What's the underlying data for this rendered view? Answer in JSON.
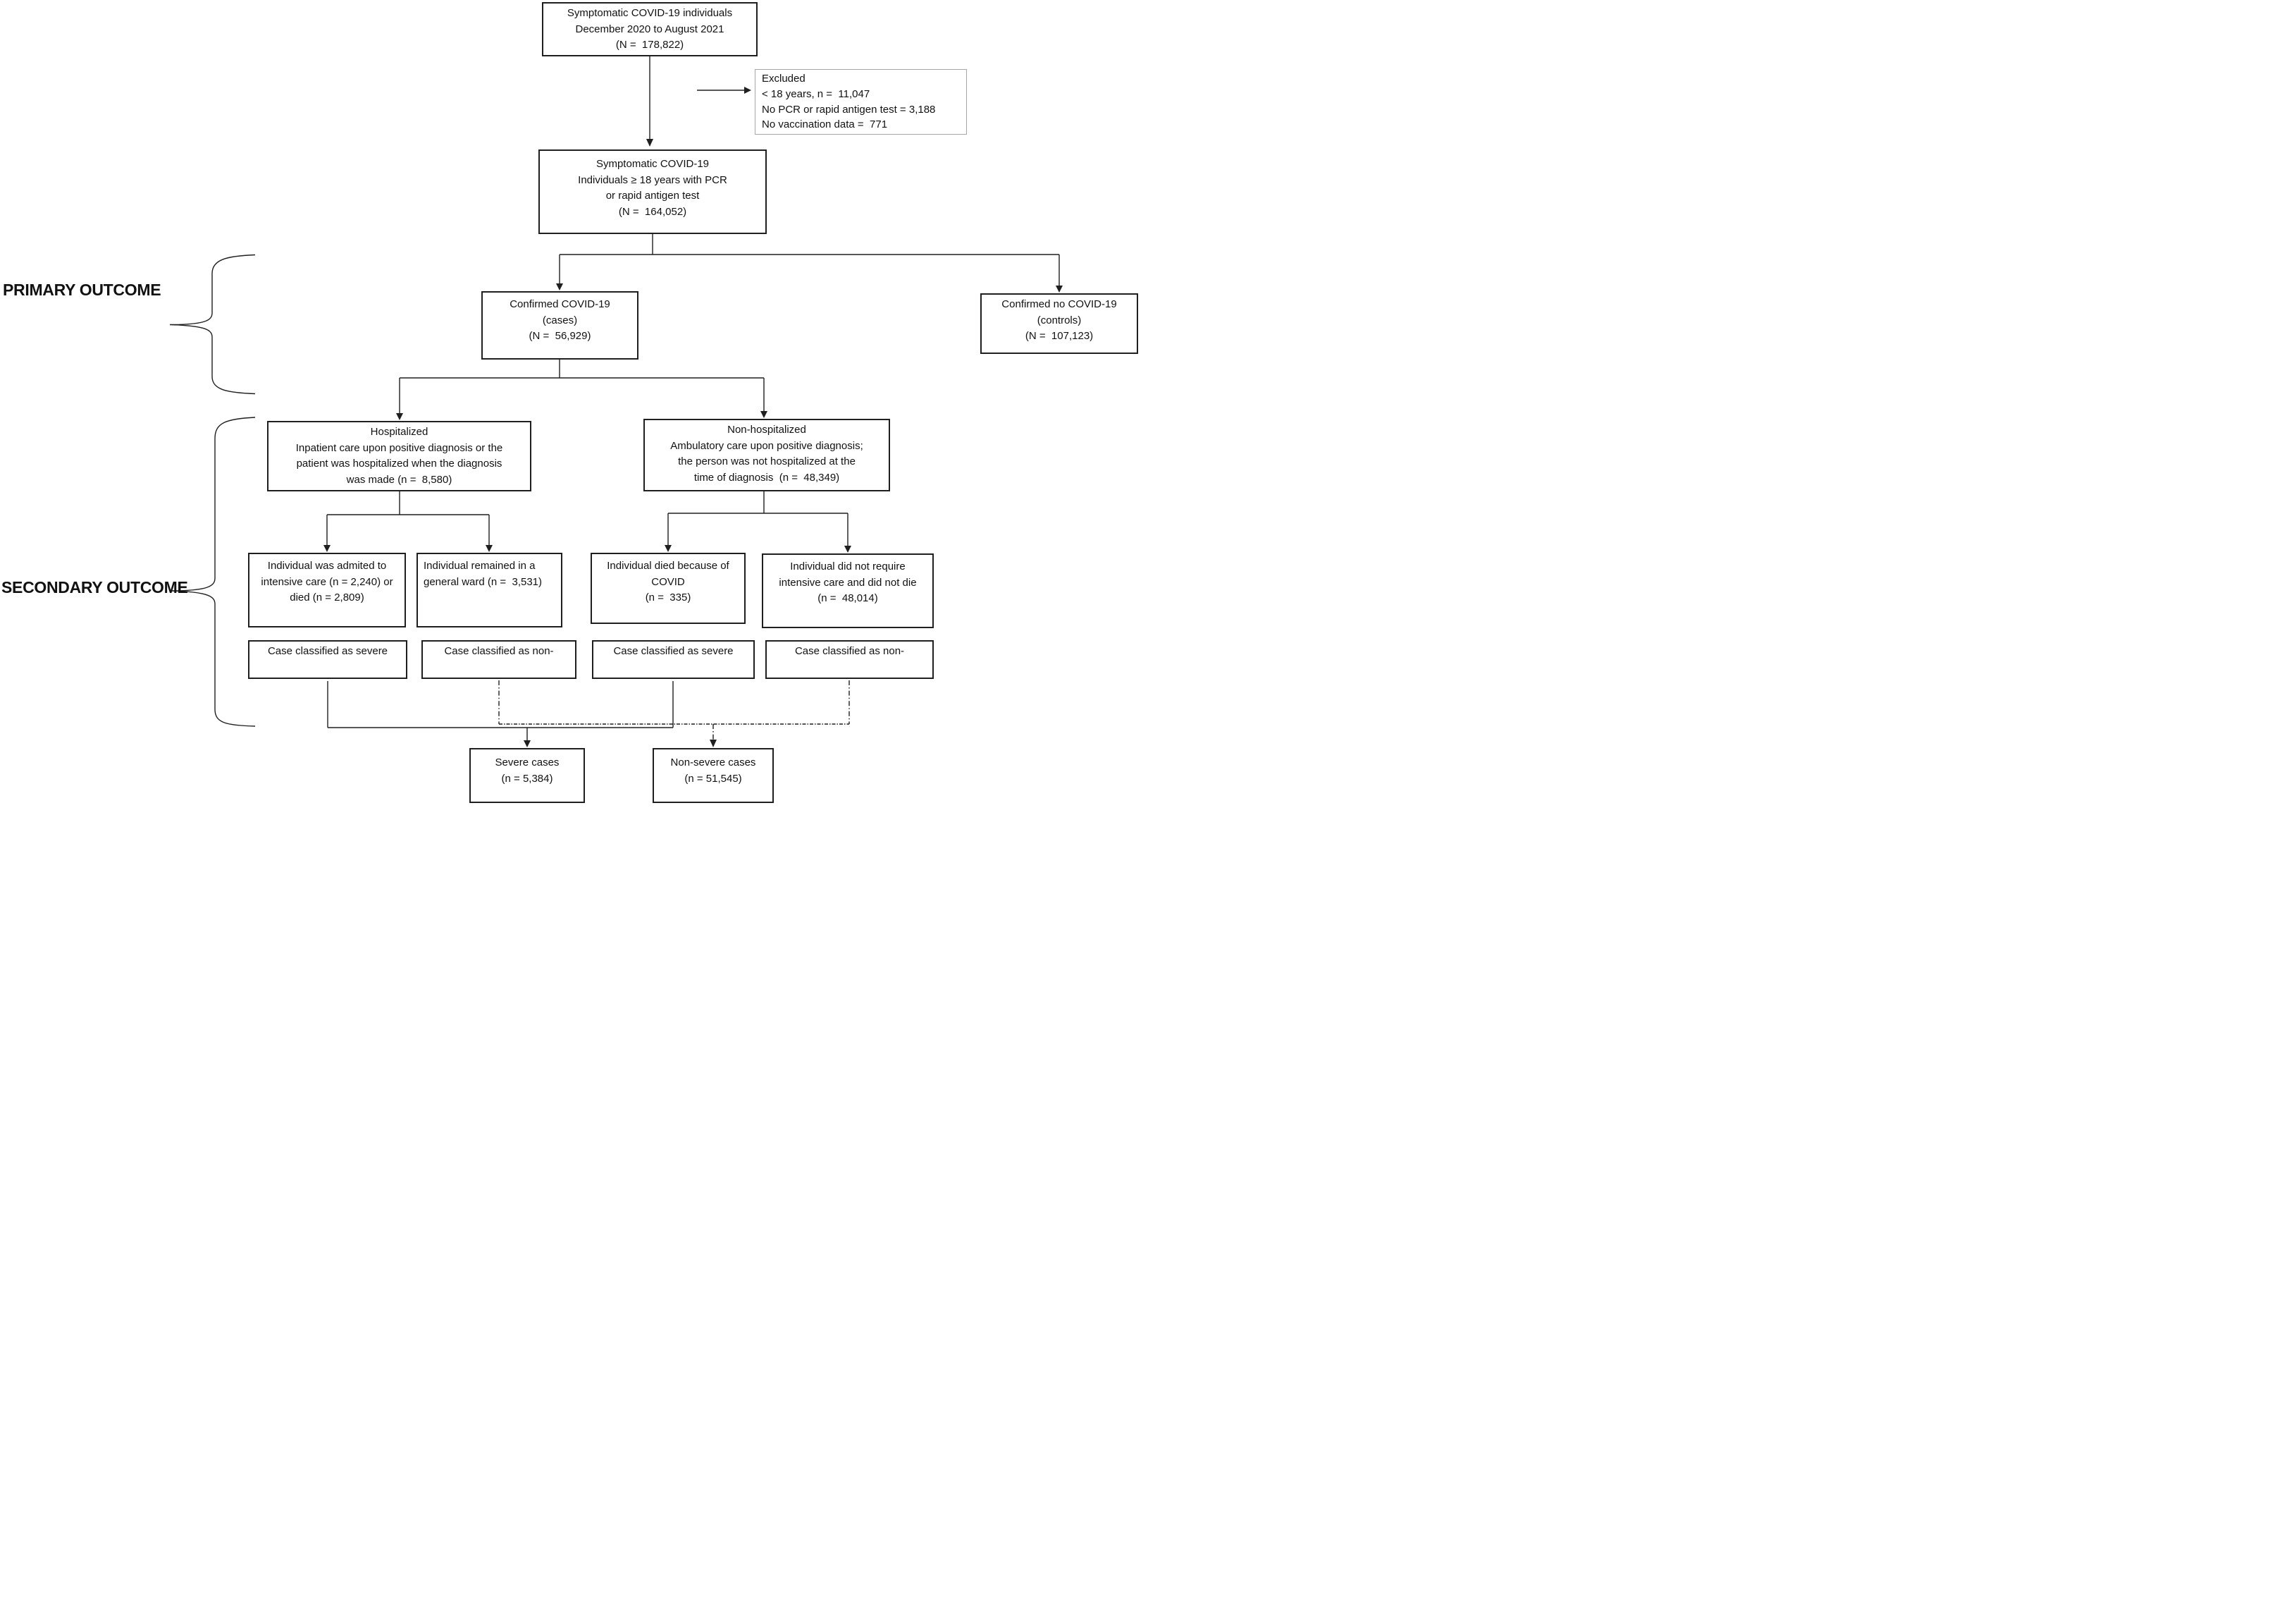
{
  "labels": {
    "primary": "PRIMARY OUTCOME",
    "secondary": "SECONDARY OUTCOME"
  },
  "boxes": {
    "top": {
      "lines": [
        "Symptomatic COVID-19 individuals",
        "December 2020 to August 2021",
        "(N =  178,822)"
      ]
    },
    "excluded": {
      "lines": [
        "Excluded",
        "< 18 years, n =  11,047",
        "No PCR or rapid antigen test = 3,188",
        "No vaccination data =  771"
      ]
    },
    "eligible": {
      "lines": [
        "Symptomatic COVID-19",
        "Individuals ≥ 18 years with PCR",
        "or rapid antigen test",
        "(N =  164,052)"
      ]
    },
    "cases": {
      "lines": [
        "Confirmed COVID-19",
        "(cases)",
        "(N =  56,929)"
      ]
    },
    "controls": {
      "lines": [
        "Confirmed no COVID-19",
        "(controls)",
        "(N =  107,123)"
      ]
    },
    "hospitalized": {
      "lines": [
        "Hospitalized",
        "Inpatient care upon positive diagnosis or the",
        "patient was hospitalized when the diagnosis",
        "was made (n =  8,580)"
      ]
    },
    "non_hospitalized": {
      "lines": [
        "Non-hospitalized",
        "Ambulatory care upon positive diagnosis;",
        "the person was not hospitalized at the",
        "time of diagnosis  (n =  48,349)"
      ]
    },
    "icu_or_died": {
      "lines": [
        "Individual was admited to",
        "intensive care (n = 2,240) or",
        "died (n = 2,809)"
      ]
    },
    "general_ward": {
      "lines": [
        "Individual remained in a",
        "general ward (n =  3,531)"
      ]
    },
    "died_covid": {
      "lines": [
        "Individual died because of",
        "COVID",
        "(n =  335)"
      ]
    },
    "no_icu_no_death": {
      "lines": [
        "Individual did not require",
        "intensive care and did not die",
        "(n =  48,014)"
      ]
    },
    "case_severe_1": {
      "text": "Case classified as severe"
    },
    "case_non_severe_1": {
      "text": "Case classified as non-"
    },
    "case_severe_2": {
      "text": "Case classified as severe"
    },
    "case_non_severe_2": {
      "text": "Case classified as non-"
    },
    "severe_total": {
      "lines": [
        "Severe cases",
        "(n = 5,384)"
      ]
    },
    "non_severe_total": {
      "lines": [
        "Non-severe cases",
        "(n = 51,545)"
      ]
    }
  },
  "colors": {
    "line": "#1f1f1f",
    "box_border": "#1f1f1f",
    "excluded_border": "#a6a6a6",
    "text": "#111111",
    "background": "#ffffff"
  }
}
